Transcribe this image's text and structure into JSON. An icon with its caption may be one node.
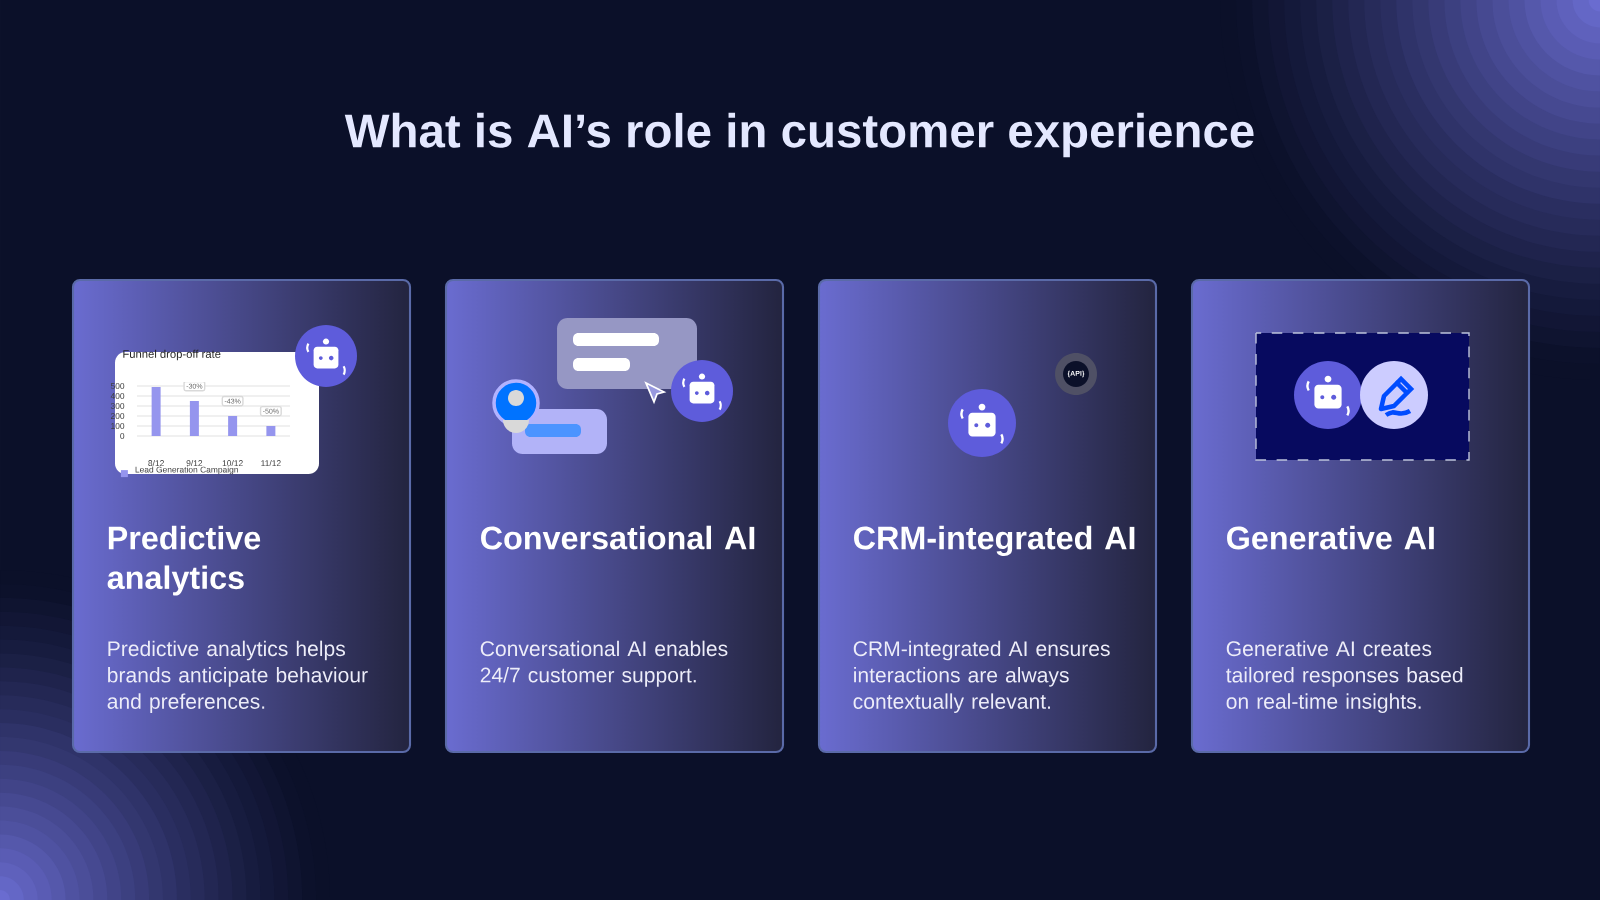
{
  "diagram": {
    "title": "What is AI’s role in customer experience",
    "nodes": [
      {
        "text": [
          "Predictive analytics",
          "Predictive analytics helps brands anticipate behaviour and preferences."
        ]
      },
      {
        "text": [
          "Conversational AI",
          "Conversational AI enables 24/7 customer support."
        ]
      },
      {
        "text": [
          "CRM-integrated AI",
          "CRM-integrated AI ensures interactions are always contextually relevant."
        ]
      },
      {
        "text": [
          "Generative AI",
          "Generative AI creates tailored responses based on real-time insights."
        ]
      }
    ],
    "labels": [
      "{API}"
    ],
    "chart_data": {
      "type": "bar",
      "title": "Funnel drop-off rate",
      "categories": [
        "8/12",
        "9/12",
        "10/12",
        "11/12"
      ],
      "series": [
        {
          "name": "Lead Generation Campaign",
          "color": "#9595ee",
          "values": [
            490,
            350,
            200,
            100
          ]
        }
      ],
      "ylim": [
        0,
        500
      ],
      "grid": true,
      "yticks": [
        0,
        100,
        200,
        300,
        400,
        500
      ],
      "value_labels": [
        null,
        "-30%",
        "-43%",
        "-50%"
      ]
    }
  }
}
